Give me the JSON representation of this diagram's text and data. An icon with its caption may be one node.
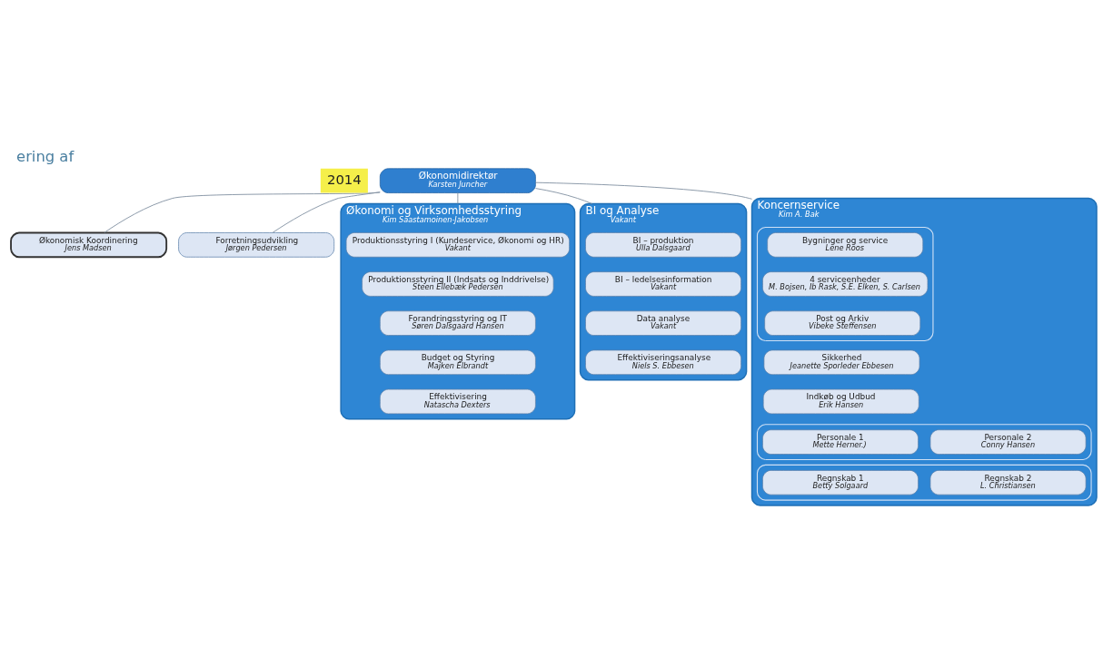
{
  "diagram": {
    "title": "ering af",
    "nodes": [
      {
        "text": [
          "Økonomidirektør",
          "Karsten Juncher"
        ]
      },
      {
        "text": [
          "Økonomisk Koordinering",
          "Jens Madsen"
        ]
      },
      {
        "text": [
          "Forretningsudvikling",
          "Jørgen Pedersen"
        ]
      },
      {
        "text": [
          "Økonomi og Virksomhedsstyring",
          "Kim Saastamoinen-Jakobsen"
        ]
      },
      {
        "text": [
          "Produktionsstyring I (Kundeservice, Økonomi og HR)",
          "Vakant"
        ],
        "in": 3
      },
      {
        "text": [
          "Produktionsstyring II (Indsats og Inddrivelse)",
          "Steen Ellebæk Pedersen"
        ],
        "in": 3
      },
      {
        "text": [
          "Forandringsstyring og IT",
          "Søren Dalsgaard Hansen"
        ],
        "in": 3
      },
      {
        "text": [
          "Budget og Styring",
          "Majken Elbrandt"
        ],
        "in": 3
      },
      {
        "text": [
          "Effektivisering",
          "Natascha Dexters"
        ],
        "in": 3
      },
      {
        "text": [
          "BI og Analyse",
          "Vakant"
        ]
      },
      {
        "text": [
          "BI – produktion",
          "Ulla Dalsgaard"
        ],
        "in": 9
      },
      {
        "text": [
          "BI – ledelsesinformation",
          "Vakant"
        ],
        "in": 9
      },
      {
        "text": [
          "Data analyse",
          "Vakant"
        ],
        "in": 9
      },
      {
        "text": [
          "Effektiviseringsanalyse",
          "Niels S. Ebbesen"
        ],
        "in": 9
      },
      {
        "text": [
          "Koncernservice",
          "Kim A. Bak"
        ]
      },
      {
        "text": [],
        "shape": "box",
        "in": 14
      },
      {
        "text": [
          "Bygninger og service",
          "Lene Roos"
        ],
        "in": 15
      },
      {
        "text": [
          "4 serviceenheder",
          "M. Bojsen, Ib Rask, S.E. Elken, S. Carlsen"
        ],
        "in": 15
      },
      {
        "text": [
          "Post og Arkiv",
          "Vibeke Steffensen"
        ],
        "in": 15
      },
      {
        "text": [
          "Sikkerhed",
          "Jeanette Sporleder Ebbesen"
        ],
        "in": 14
      },
      {
        "text": [
          "Indkøb og Udbud",
          "Erik Hansen"
        ],
        "in": 14
      },
      {
        "text": [],
        "shape": "box",
        "in": 14
      },
      {
        "text": [
          "Personale 1",
          "Mette Herner.)"
        ],
        "in": 21
      },
      {
        "text": [
          "Personale 2",
          "Conny Hansen"
        ],
        "in": 21
      },
      {
        "text": [],
        "shape": "box",
        "in": 14
      },
      {
        "text": [
          "Regnskab 1",
          "Betty Solgaard"
        ],
        "in": 24
      },
      {
        "text": [
          "Regnskab 2",
          "L. Christiansen"
        ],
        "in": 24
      }
    ],
    "edges": [
      {
        "from": 0,
        "to": 1,
        "arrow": "none"
      },
      {
        "from": 0,
        "to": 2,
        "arrow": "none"
      },
      {
        "from": 0,
        "to": 3,
        "arrow": "none"
      },
      {
        "from": 0,
        "to": 9,
        "arrow": "none"
      },
      {
        "from": 0,
        "to": 14,
        "arrow": "none"
      }
    ],
    "labels": [
      "2014"
    ]
  }
}
